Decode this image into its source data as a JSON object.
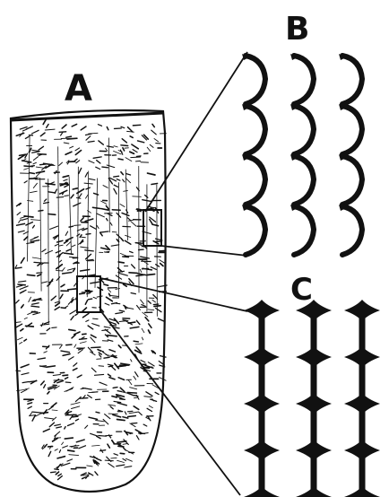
{
  "labels": {
    "a": "A",
    "b": "B",
    "c": "C"
  },
  "colors": {
    "ink": "#111111",
    "background": "#ffffff"
  }
}
